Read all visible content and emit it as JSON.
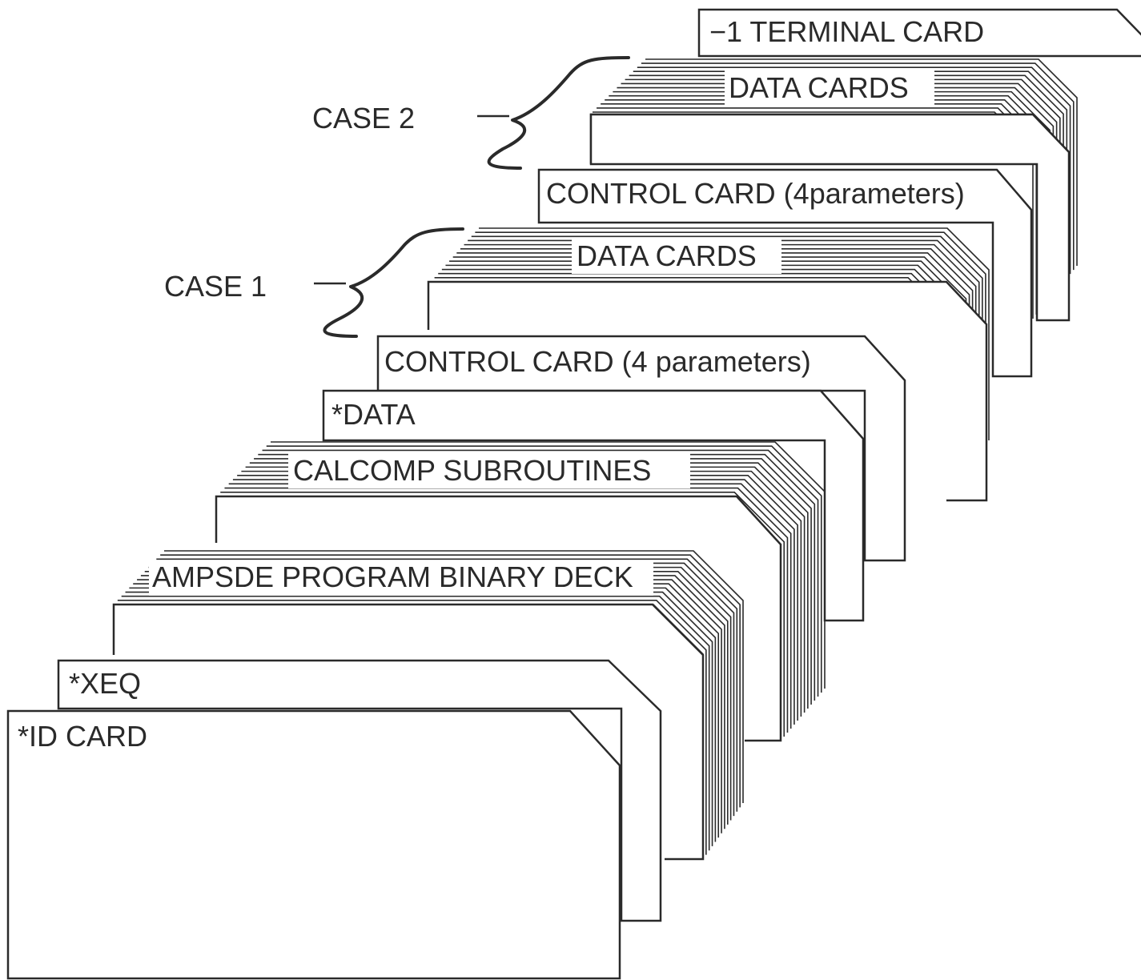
{
  "cards": {
    "terminal": "−1 TERMINAL CARD",
    "case2_data": "DATA CARDS",
    "case2_control": "CONTROL CARD (4parameters)",
    "case1_data": "DATA CARDS",
    "case1_control": "CONTROL CARD (4 parameters)",
    "data": "*DATA",
    "calcomp": "CALCOMP SUBROUTINES",
    "ampsde": "AMPSDE PROGRAM BINARY DECK",
    "xeq": "*XEQ",
    "id": "*ID CARD"
  },
  "cases": {
    "case2": "CASE 2",
    "case1": "CASE 1"
  }
}
